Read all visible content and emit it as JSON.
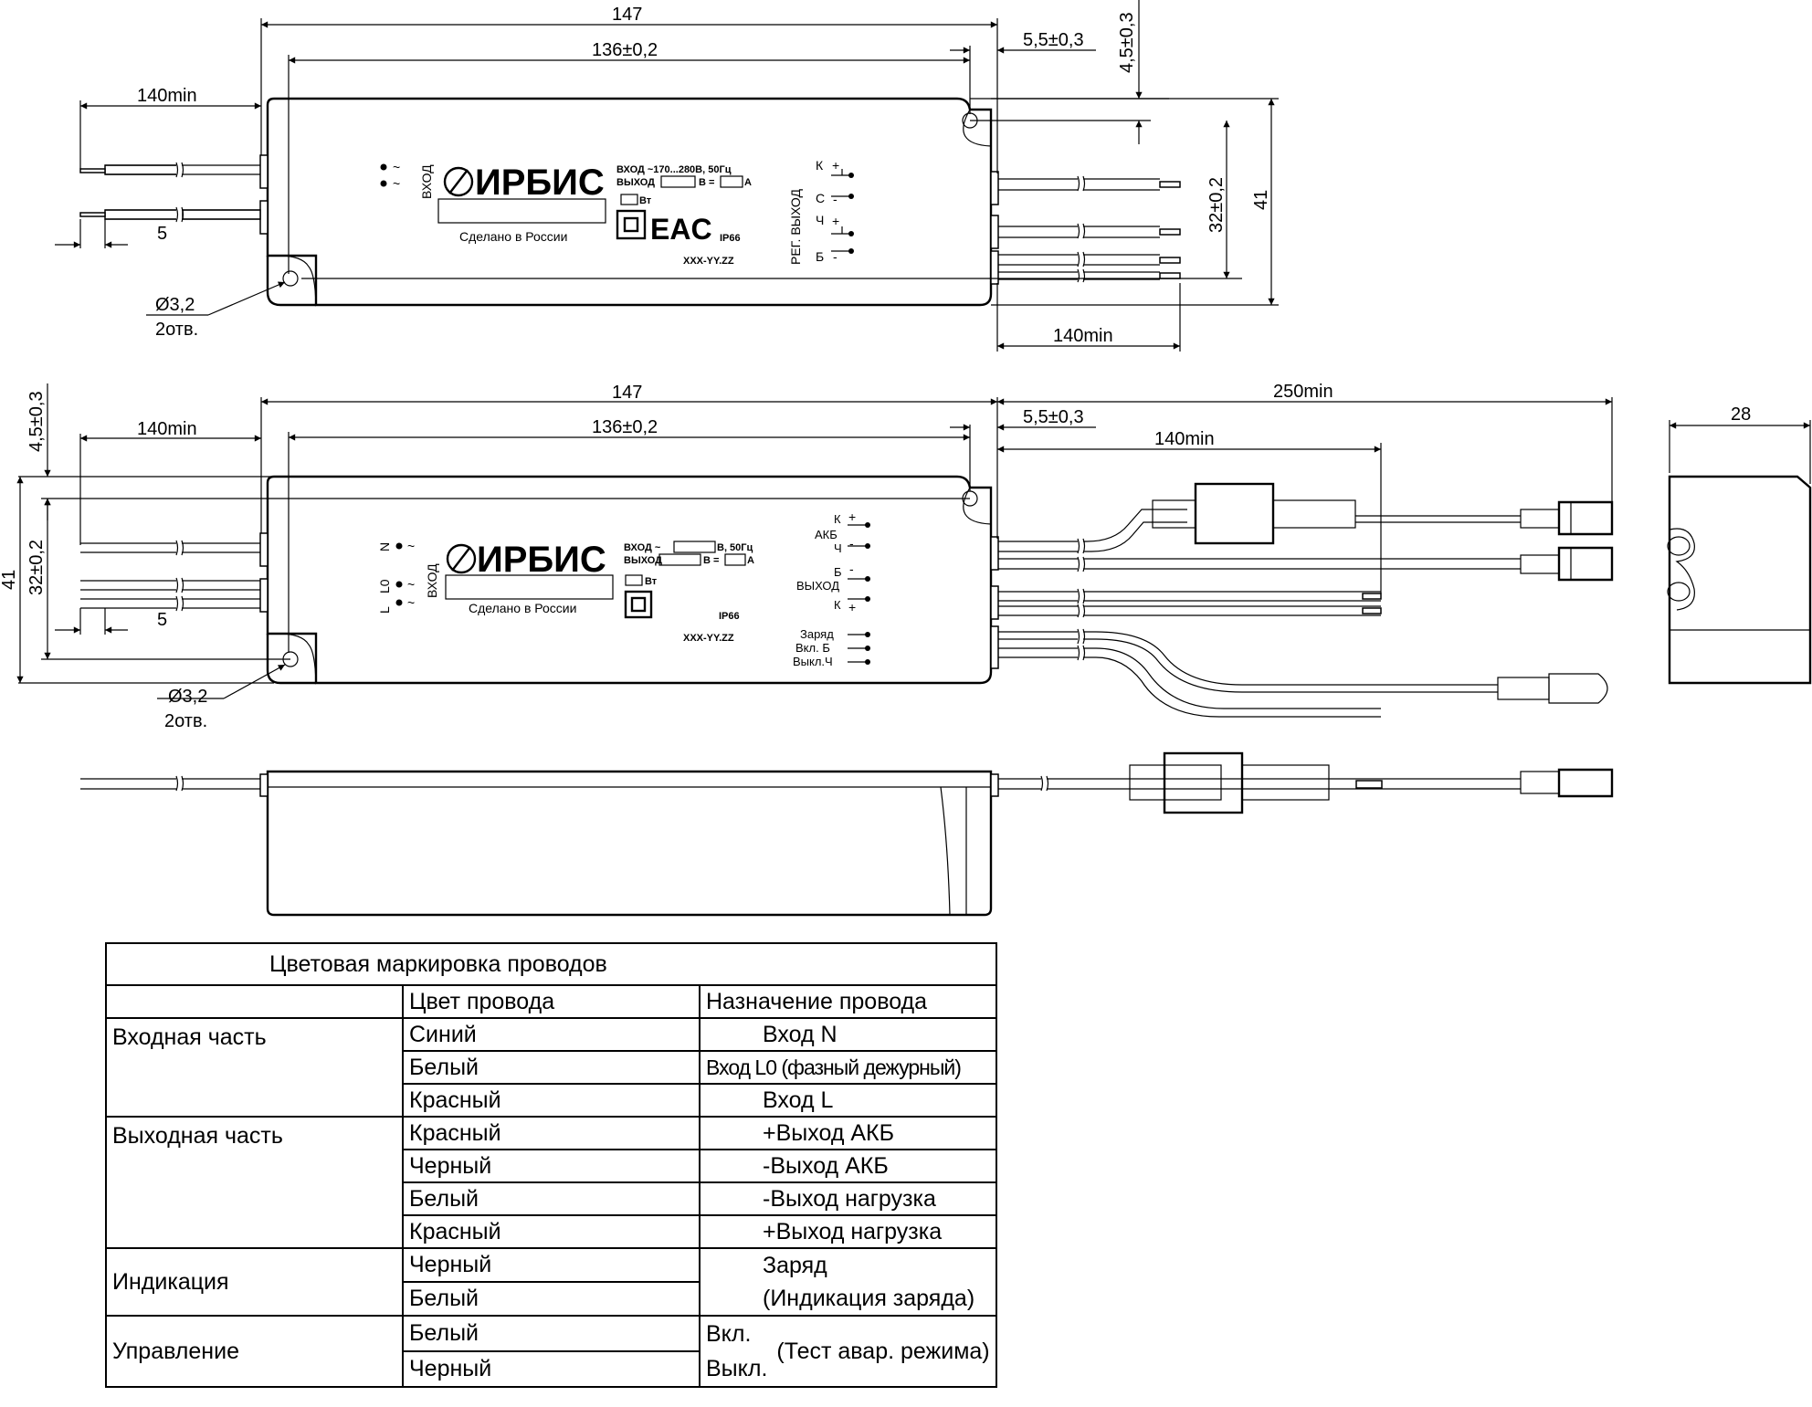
{
  "view1": {
    "dims": {
      "total_length": "147",
      "hole_spacing": "136±0,2",
      "hole_offset_x": "5,5±0,3",
      "hole_offset_y": "4,5±0,3",
      "hole_offset_vertical": "32±0,2",
      "height": "41",
      "lead_left": "140min",
      "lead_right": "140min",
      "strip": "5",
      "hole_diameter": "Ø3,2",
      "hole_count": "2отв."
    },
    "label": {
      "brand": "ИРБИС",
      "input_spec": "ВХОД ~170...280В, 50Гц",
      "output_spec": "ВЫХОД",
      "v_unit": "В =",
      "a_unit": "А",
      "w_unit": "Вт",
      "made_in": "Сделано в России",
      "ip": "IP66",
      "serial": "XXX-YY.ZZ",
      "input_word": "ВХОД",
      "input_pins": [
        "~",
        "~"
      ],
      "output_title": "РЕГ.  ВЫХОД",
      "output_pins": [
        "К",
        "С",
        "Ч",
        "Б"
      ],
      "output_signs": [
        "+",
        "-",
        "+",
        "-"
      ]
    }
  },
  "view2": {
    "dims": {
      "total_length": "147",
      "hole_spacing": "136±0,2",
      "hole_offset_x": "5,5±0,3",
      "hole_offset_y": "4,5±0,3",
      "hole_offset_vertical": "32±0,2",
      "height": "41",
      "lead_left": "140min",
      "lead_right": "140min",
      "lead_battery": "250min",
      "strip": "5",
      "hole_diameter": "Ø3,2",
      "hole_count": "2отв.",
      "depth": "28"
    },
    "label": {
      "brand": "ИРБИС",
      "input_spec": "ВХОД ~",
      "input_spec_unit": "В, 50Гц",
      "output_spec": "ВЫХОД",
      "v_unit": "В =",
      "a_unit": "А",
      "w_unit": "Вт",
      "made_in": "Сделано в России",
      "ip": "IP66",
      "serial": "XXX-YY.ZZ",
      "input_word": "ВХОД",
      "input_pins": [
        "N",
        "L0",
        "L"
      ],
      "akb": "АКБ",
      "akb_pins": [
        "К",
        "Ч"
      ],
      "akb_signs": [
        "+",
        "-"
      ],
      "out_word": "ВЫХОД",
      "out_pins": [
        "Б",
        "К"
      ],
      "out_signs": [
        "-",
        "+"
      ],
      "ctrl": [
        "Заряд",
        "Вкл.  Б",
        "Выкл.Ч"
      ]
    }
  },
  "table": {
    "caption": "Цветовая маркировка проводов",
    "header": [
      "",
      "Цвет провода",
      "Назначение провода"
    ],
    "groups": [
      {
        "name": "Входная часть",
        "rows": [
          [
            "Синий",
            "Вход  N"
          ],
          [
            "Белый",
            "Вход  L0 (фазный дежурный)"
          ],
          [
            "Красный",
            "Вход L"
          ]
        ]
      },
      {
        "name": "Выходная часть",
        "rows": [
          [
            "Красный",
            "+Выход АКБ"
          ],
          [
            "Черный",
            "-Выход АКБ"
          ],
          [
            "Белый",
            "-Выход нагрузка"
          ],
          [
            "Красный",
            "+Выход нагрузка"
          ]
        ]
      },
      {
        "name": "Индикация",
        "rows": [
          [
            "Черный"
          ],
          [
            "Белый"
          ]
        ],
        "purpose": [
          "Заряд",
          "(Индикация заряда)"
        ]
      },
      {
        "name": "Управление",
        "rows": [
          [
            "Белый"
          ],
          [
            "Черный"
          ]
        ],
        "purpose": [
          "Вкл.",
          "Выкл.",
          "(Тест авар. режима)"
        ]
      }
    ]
  }
}
